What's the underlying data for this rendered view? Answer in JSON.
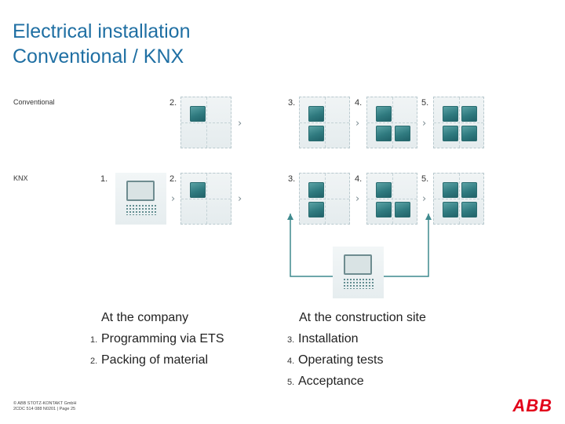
{
  "title": {
    "line1": "Electrical installation",
    "line2": "Conventional / KNX"
  },
  "rows": {
    "conventional": "Conventional",
    "knx": "KNX"
  },
  "steps": {
    "s1": "1.",
    "s2": "2.",
    "s3": "3.",
    "s4": "4.",
    "s5": "5."
  },
  "icons": {
    "chevron": "chevron-right-icon"
  },
  "company": {
    "heading": "At the company",
    "items": [
      {
        "num": "1.",
        "label": "Programming via ETS"
      },
      {
        "num": "2.",
        "label": "Packing of material"
      }
    ]
  },
  "site": {
    "heading": "At the construction site",
    "items": [
      {
        "num": "3.",
        "label": "Installation"
      },
      {
        "num": "4.",
        "label": "Operating tests"
      },
      {
        "num": "5.",
        "label": "Acceptance"
      }
    ]
  },
  "footer": {
    "line1": "© ABB STOTZ-KONTAKT GmbH",
    "line2": "2CDC 514 088 N0201 | Page 25"
  },
  "logo": {
    "text": "ABB",
    "color": "#e2001a"
  },
  "colors": {
    "title": "#1f6fa3",
    "module": "#2f7a7f",
    "connector": "#3f8a8e"
  }
}
